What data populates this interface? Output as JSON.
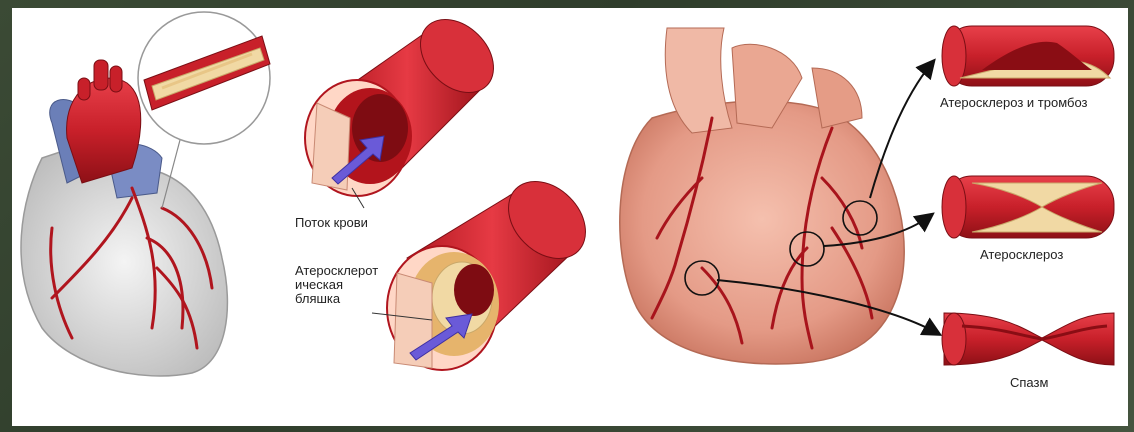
{
  "labels": {
    "blood_flow": "Поток крови",
    "plaque_line1": "Атеросклерот",
    "plaque_line2": "ическая",
    "plaque_line3": "бляшка",
    "athero_thrombosis": "Атеросклероз и тромбоз",
    "atherosclerosis": "Атеросклероз",
    "spasm": "Спазм"
  },
  "colors": {
    "vessel_red": "#c8202a",
    "vessel_dark": "#8e1016",
    "plaque_yellow": "#f1d9a4",
    "vein_blue": "#6b7fb8",
    "heart_pink": "#e9a08c",
    "arrow_blue": "#6a5ad8"
  }
}
